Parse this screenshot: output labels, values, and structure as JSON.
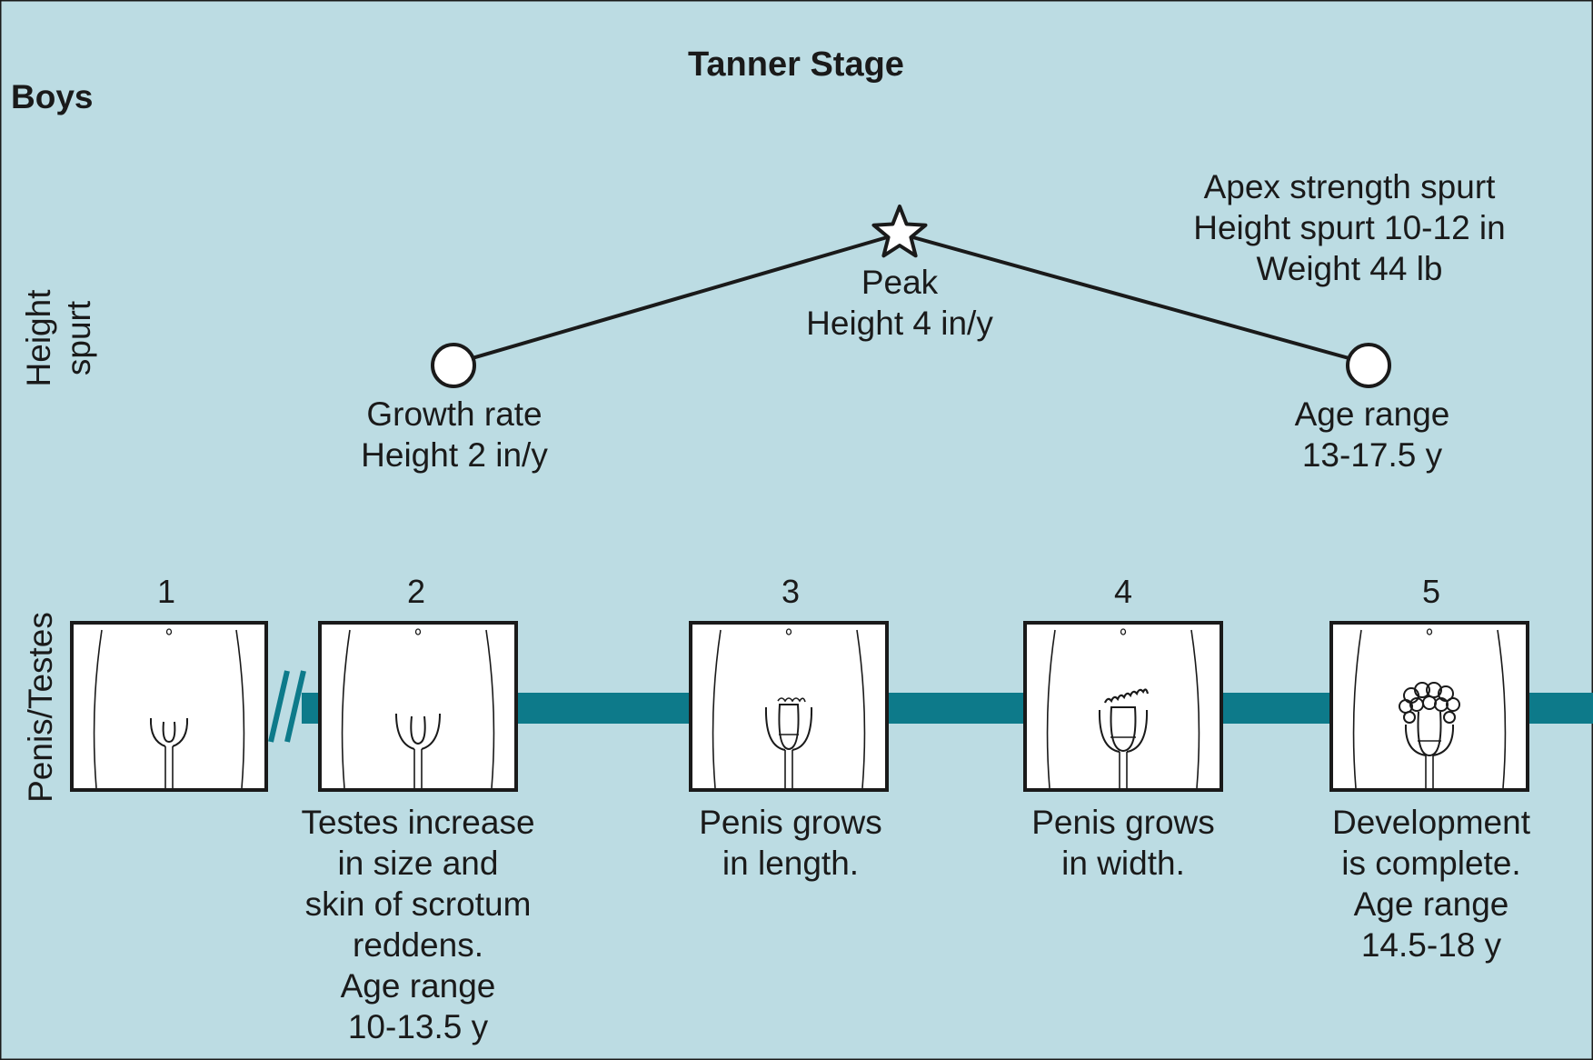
{
  "title": "Tanner Stage",
  "group": "Boys",
  "rows": {
    "height": "Height\nspurt",
    "genital": "Penis/Testes"
  },
  "height_spurt": {
    "start": "Growth rate\nHeight 2 in/y",
    "peak": "Peak\nHeight 4 in/y",
    "apex": "Apex strength spurt\nHeight spurt 10-12 in\nWeight 44 lb",
    "end": "Age range\n13-17.5 y"
  },
  "stages": [
    {
      "number": "1",
      "description": ""
    },
    {
      "number": "2",
      "description": "Testes increase\nin size and\nskin of scrotum\nreddens.\nAge range\n10-13.5 y"
    },
    {
      "number": "3",
      "description": "Penis grows\nin length."
    },
    {
      "number": "4",
      "description": "Penis grows\nin width."
    },
    {
      "number": "5",
      "description": "Development\nis complete.\nAge range\n14.5-18 y"
    }
  ],
  "colors": {
    "background": "#bcdce3",
    "timeline": "#0d7a8a",
    "line": "#1a1a1a",
    "marker_fill": "#ffffff"
  },
  "icons": [
    "star-icon",
    "circle-marker",
    "axis-break-icon"
  ]
}
